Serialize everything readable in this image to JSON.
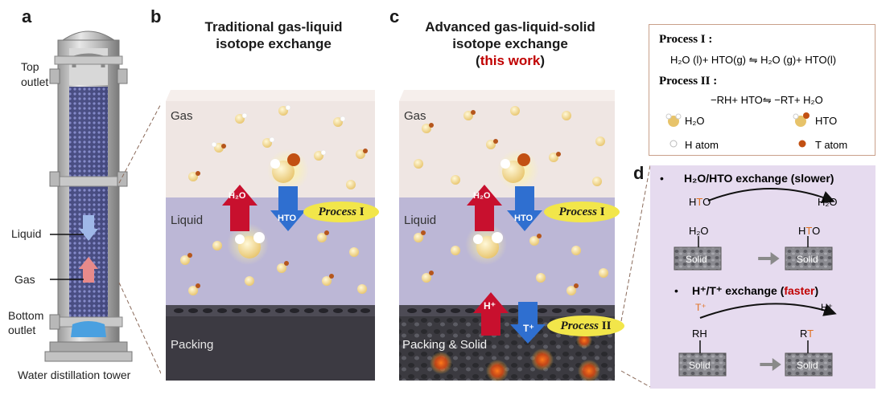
{
  "panels": {
    "a": "a",
    "b": "b",
    "c": "c",
    "d": "d"
  },
  "panel_a": {
    "top_outlet": "Top\noutlet",
    "liquid": "Liquid",
    "gas": "Gas",
    "bottom_outlet": "Bottom\noutlet",
    "caption": "Water distillation tower"
  },
  "panel_b": {
    "title_line1": "Traditional gas-liquid",
    "title_line2": "isotope exchange",
    "gas": "Gas",
    "liquid": "Liquid",
    "packing": "Packing",
    "arrow_up": "H₂O",
    "arrow_down": "HTO",
    "process_word": "Process",
    "process_num": "I"
  },
  "panel_c": {
    "title_line1": "Advanced gas-liquid-solid",
    "title_line2": "isotope exchange",
    "paren_open": "(",
    "this_work": "this work",
    "paren_close": ")",
    "gas": "Gas",
    "liquid": "Liquid",
    "packing": "Packing & Solid",
    "arrow_up": "H₂O",
    "arrow_down": "HTO",
    "arrow_up2": "H⁺",
    "arrow_down2": "T⁺",
    "process_word": "Process",
    "process_num": "I",
    "process2_word": "Process",
    "process2_num": "II"
  },
  "legend": {
    "process1_title": "Process I :",
    "process1_eq": "H₂O (l)+ HTO(g) ⇋ H₂O (g)+ HTO(l)",
    "process2_title": "Process II :",
    "process2_eq": "−RH+ HTO⇋ −RT+ H₂O",
    "h2o": "H₂O",
    "hto": "HTO",
    "h_atom": "H atom",
    "t_atom": "T atom"
  },
  "panel_d": {
    "bullet1": "H₂O/HTO exchange (slower)",
    "hto_top_h": "H",
    "hto_top_t": "T",
    "hto_top_o": "O",
    "h2o_top_right": "H₂O",
    "h2o_on_solid": "H₂O",
    "hto_on_solid_h": "H",
    "hto_on_solid_t": "T",
    "hto_on_solid_o": "O",
    "solid": "Solid",
    "bullet2_prefix": "H⁺/T⁺ exchange (",
    "bullet2_red": "faster",
    "bullet2_suffix": ")",
    "t_plus": "T⁺",
    "h_plus": "H⁺",
    "rh": "RH",
    "rt_r": "R",
    "rt_t": "T"
  },
  "colors": {
    "accent_red": "#c00000",
    "t_orange": "#e07020",
    "arrow_red": "#c8102e",
    "arrow_blue": "#2f6fd0",
    "process_yellow": "#f2e64a",
    "gas_bg": "#efe6e3",
    "liquid_bg": "#bcb7d6",
    "packing_bg": "#3c3a42",
    "panel_d_bg": "#e6dbef"
  }
}
